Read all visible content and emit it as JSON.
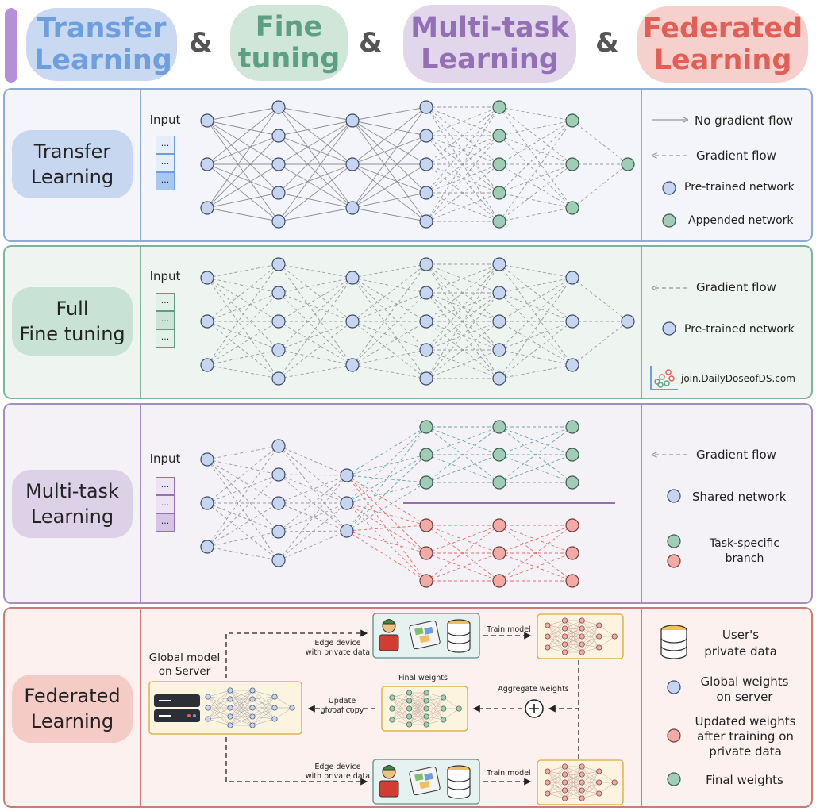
{
  "header": {
    "titles": [
      "Transfer Learning",
      "Fine tuning",
      "Multi-task Learning",
      "Federated Learning"
    ],
    "separator": "&",
    "colors": {
      "transfer_bg": "#c9d9f1",
      "transfer_fg": "#6d9ede",
      "fine_bg": "#cfe6d8",
      "fine_fg": "#5c9f84",
      "multi_bg": "#e1d6ea",
      "multi_fg": "#9370b5",
      "fed_bg": "#f6d0cc",
      "fed_fg": "#e25f56"
    }
  },
  "panels": {
    "transfer": {
      "title": "Transfer Learning",
      "input_label": "Input",
      "input_cells": [
        "...",
        "...",
        "..."
      ],
      "legend": {
        "no_gradient": "No gradient flow",
        "gradient": "Gradient flow",
        "pretrained": "Pre-trained network",
        "appended": "Appended network"
      }
    },
    "finetune": {
      "title": "Full Fine tuning",
      "title_lines": [
        "Full",
        "Fine tuning"
      ],
      "input_label": "Input",
      "input_cells": [
        "...",
        "...",
        "..."
      ],
      "legend": {
        "gradient": "Gradient flow",
        "pretrained": "Pre-trained network"
      },
      "watermark": "join.DailyDoseofDS.com"
    },
    "multitask": {
      "title": "Multi-task Learning",
      "title_lines": [
        "Multi-task",
        "Learning"
      ],
      "input_label": "Input",
      "input_cells": [
        "...",
        "...",
        "..."
      ],
      "legend": {
        "gradient": "Gradient flow",
        "shared": "Shared network",
        "task_specific": "Task-specific branch",
        "task_specific_lines": [
          "Task-specific",
          "branch"
        ]
      }
    },
    "federated": {
      "title": "Federated Learning",
      "title_lines": [
        "Federated",
        "Learning"
      ],
      "global_model": "Global model on Server",
      "global_model_lines": [
        "Global model",
        "on Server"
      ],
      "edge_device": "Edge device with private data",
      "edge_device_lines": [
        "Edge device",
        "with private data"
      ],
      "train_model": "Train model",
      "final_weights": "Final weights",
      "aggregate": "Aggregate weights",
      "update": "Update global copy",
      "update_lines": [
        "Update",
        "global copy"
      ],
      "legend": {
        "private_data": "User's private data",
        "private_data_lines": [
          "User's",
          "private data"
        ],
        "global_weights": "Global weights on server",
        "global_weights_lines": [
          "Global weights",
          "on server"
        ],
        "updated_weights": "Updated weights after training on private data",
        "updated_weights_lines": [
          "Updated weights",
          "after training on",
          "private data"
        ],
        "final_weights": "Final weights"
      }
    }
  }
}
